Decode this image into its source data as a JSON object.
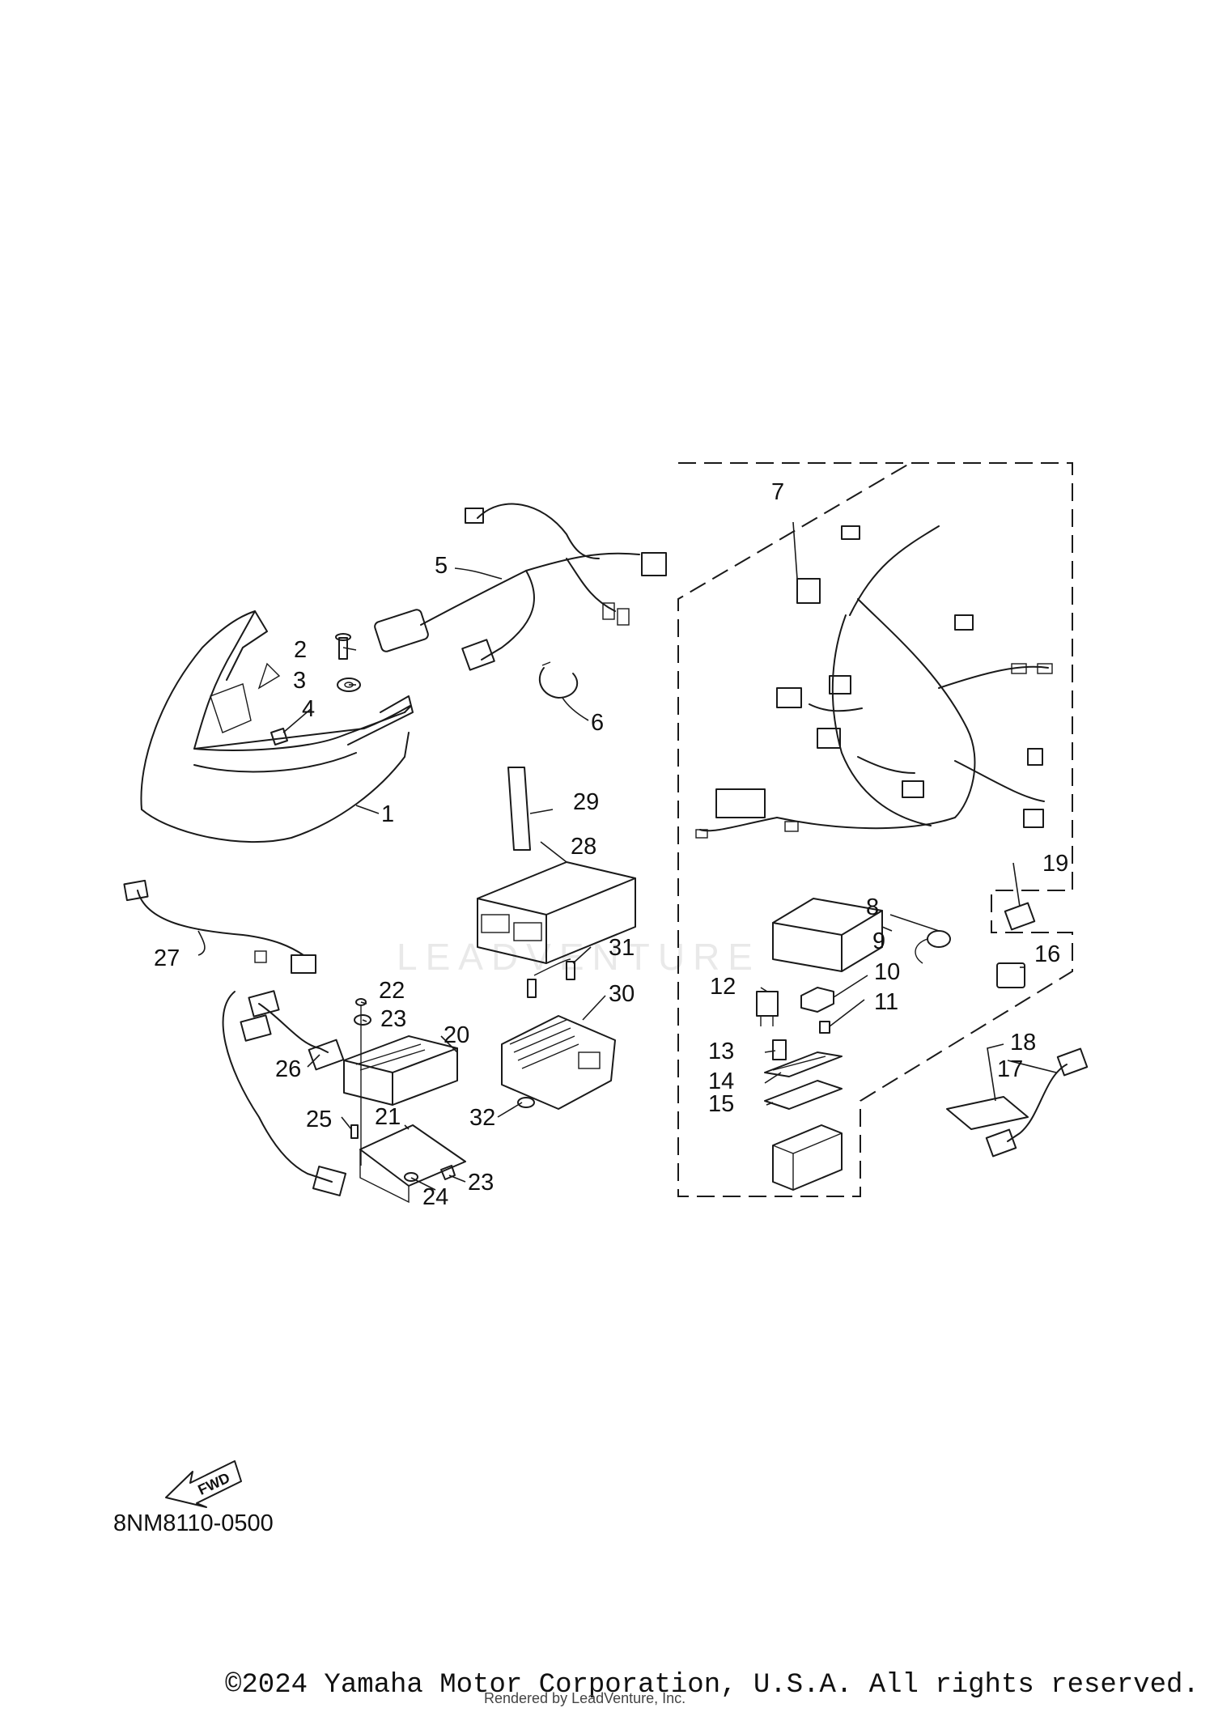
{
  "diagram": {
    "code": "8NM8110-0500",
    "fwd_label": "FWD",
    "watermark": "LEADVENTURE",
    "copyright": "©2024 Yamaha Motor Corporation, U.S.A. All rights reserved.",
    "rendered_by": "Rendered by LeadVenture, Inc.",
    "callouts": [
      "1",
      "2",
      "3",
      "4",
      "5",
      "6",
      "7",
      "8",
      "9",
      "10",
      "11",
      "12",
      "13",
      "14",
      "15",
      "16",
      "17",
      "18",
      "19",
      "20",
      "21",
      "22",
      "23",
      "23",
      "24",
      "25",
      "26",
      "27",
      "28",
      "29",
      "30",
      "31",
      "32"
    ]
  }
}
